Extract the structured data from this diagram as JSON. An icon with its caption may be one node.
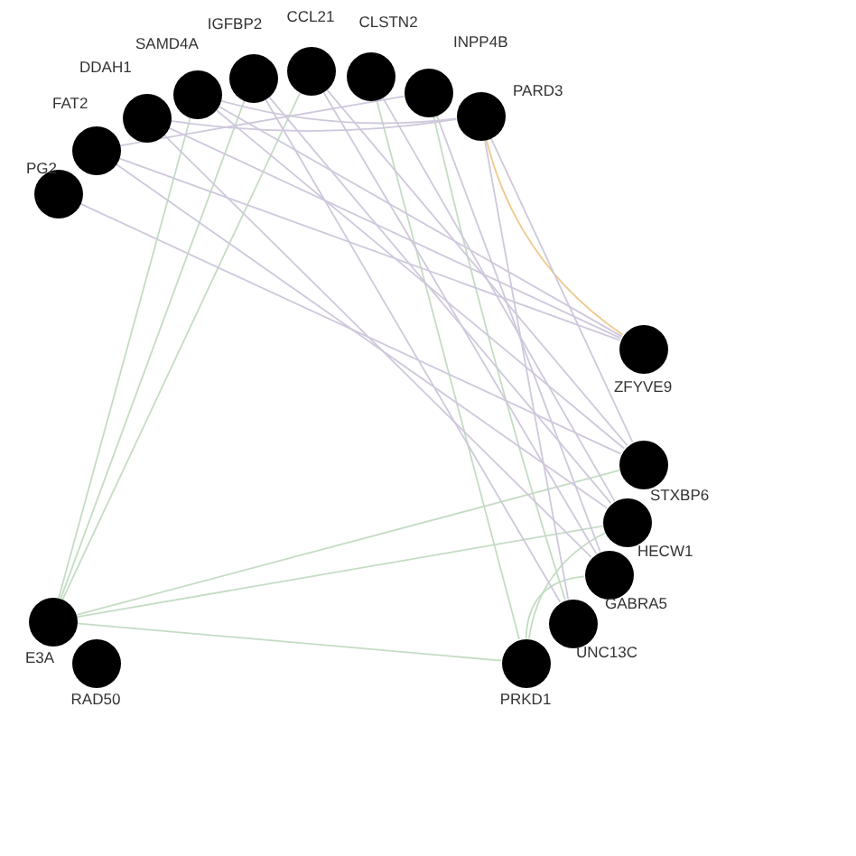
{
  "diagram": {
    "nodes": [
      {
        "text": [
          "PG2"
        ]
      },
      {
        "text": [
          "FAT2"
        ]
      },
      {
        "text": [
          "DDAH1"
        ]
      },
      {
        "text": [
          "SAMD4A"
        ]
      },
      {
        "text": [
          "IGFBP2"
        ]
      },
      {
        "text": [
          "CCL21"
        ]
      },
      {
        "text": [
          "CLSTN2"
        ]
      },
      {
        "text": [
          "INPP4B"
        ]
      },
      {
        "text": [
          "PARD3"
        ]
      },
      {
        "text": [
          "ZFYVE9"
        ]
      },
      {
        "text": [
          "STXBP6"
        ]
      },
      {
        "text": [
          "HECW1"
        ]
      },
      {
        "text": [
          "GABRA5"
        ]
      },
      {
        "text": [
          "UNC13C"
        ]
      },
      {
        "text": [
          "PRKD1"
        ]
      },
      {
        "text": [
          "E3A"
        ]
      },
      {
        "text": [
          "RAD50"
        ]
      }
    ],
    "edges": [
      {
        "from": 8,
        "to": 9,
        "arrow": "none",
        "color": "#f0c88c"
      },
      {
        "from": 15,
        "to": 3,
        "arrow": "none",
        "color": "#c4dcc4"
      },
      {
        "from": 15,
        "to": 4,
        "arrow": "none",
        "color": "#c4dcc4"
      },
      {
        "from": 15,
        "to": 5,
        "arrow": "none",
        "color": "#c4dcc4"
      },
      {
        "from": 15,
        "to": 10,
        "arrow": "none",
        "color": "#c4dcc4"
      },
      {
        "from": 15,
        "to": 11,
        "arrow": "none",
        "color": "#c4dcc4"
      },
      {
        "from": 15,
        "to": 14,
        "arrow": "none",
        "color": "#c4dcc4"
      },
      {
        "from": 6,
        "to": 14,
        "arrow": "none",
        "color": "#c4dcc4"
      },
      {
        "from": 7,
        "to": 13,
        "arrow": "none",
        "color": "#c4dcc4"
      },
      {
        "from": 14,
        "to": 11,
        "arrow": "none",
        "color": "#c4dcc4"
      },
      {
        "from": 14,
        "to": 12,
        "arrow": "none",
        "color": "#c4dcc4"
      },
      {
        "from": 0,
        "to": 10,
        "arrow": "none"
      },
      {
        "from": 1,
        "to": 9,
        "arrow": "none"
      },
      {
        "from": 1,
        "to": 11,
        "arrow": "none"
      },
      {
        "from": 2,
        "to": 9,
        "arrow": "none"
      },
      {
        "from": 2,
        "to": 12,
        "arrow": "none"
      },
      {
        "from": 3,
        "to": 9,
        "arrow": "none"
      },
      {
        "from": 3,
        "to": 10,
        "arrow": "none"
      },
      {
        "from": 4,
        "to": 11,
        "arrow": "none"
      },
      {
        "from": 4,
        "to": 13,
        "arrow": "none"
      },
      {
        "from": 5,
        "to": 10,
        "arrow": "none"
      },
      {
        "from": 5,
        "to": 12,
        "arrow": "none"
      },
      {
        "from": 6,
        "to": 11,
        "arrow": "none"
      },
      {
        "from": 7,
        "to": 12,
        "arrow": "none"
      },
      {
        "from": 8,
        "to": 10,
        "arrow": "none"
      },
      {
        "from": 8,
        "to": 13,
        "arrow": "none"
      },
      {
        "from": 2,
        "to": 8,
        "arrow": "none"
      },
      {
        "from": 3,
        "to": 8,
        "arrow": "none"
      },
      {
        "from": 1,
        "to": 7,
        "arrow": "none"
      }
    ]
  }
}
